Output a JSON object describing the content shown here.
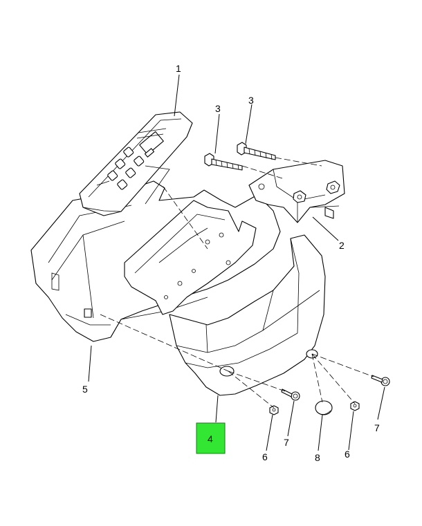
{
  "callouts": {
    "c1": "1",
    "c2": "2",
    "c3a": "3",
    "c3b": "3",
    "c4": "4",
    "c5": "5",
    "c6a": "6",
    "c6b": "6",
    "c7a": "7",
    "c7b": "7",
    "c8": "8"
  },
  "colors": {
    "highlight": "#33e633",
    "line": "#000000"
  }
}
